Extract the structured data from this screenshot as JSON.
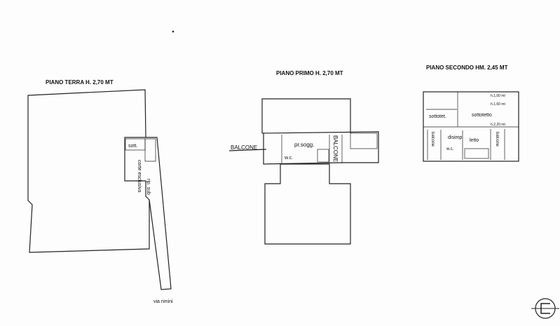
{
  "plans": [
    {
      "title": "PIANO TERRA H. 2,70 MT",
      "labels": {
        "sott": "sott.",
        "corte": "corte esclusiva",
        "rip": "rip. sub",
        "street": "via rimini"
      }
    },
    {
      "title": "PIANO PRIMO H. 2,70 MT",
      "labels": {
        "balcone_left": "BALCONE",
        "soggiorno": "pr.sogg.",
        "wc": "w.c.",
        "balcone_right": "BALCONE"
      }
    },
    {
      "title": "PIANO SECONDO HM. 2,45 MT",
      "labels": {
        "h1": "h.1,00 mt",
        "h2": "h.1,60 mt",
        "h3": "h.2,20 mt",
        "sottotet": "sottotet.",
        "sottotetto": "sottotetto",
        "balcone_left": "balcone",
        "disimp": "disimp",
        "letto": "letto",
        "wc": "w.c.",
        "balcone_right": "balcone"
      }
    }
  ]
}
